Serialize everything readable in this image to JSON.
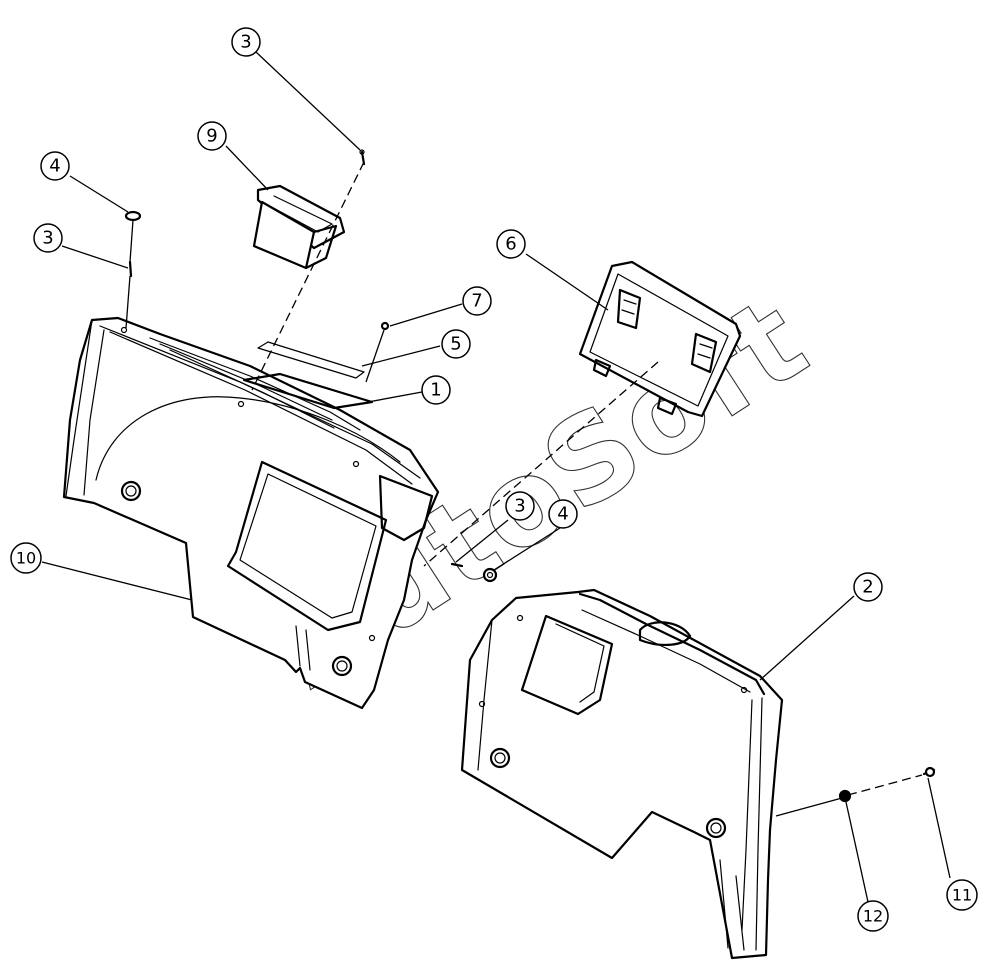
{
  "watermark": "AutoSoft",
  "callouts": [
    "3",
    "9",
    "4",
    "3",
    "7",
    "5",
    "1",
    "6",
    "3",
    "4",
    "10",
    "2",
    "12",
    "11"
  ]
}
